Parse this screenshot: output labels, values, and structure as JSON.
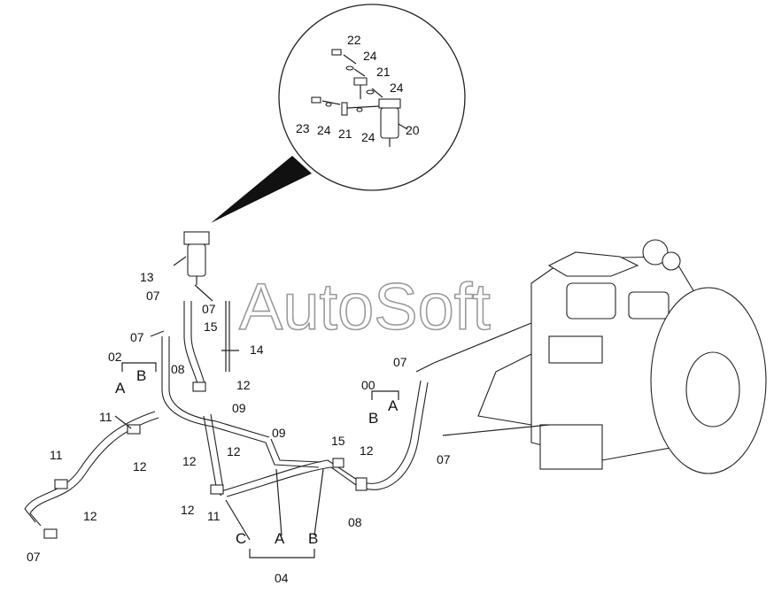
{
  "watermark": "AutoSoft",
  "detail_labels": {
    "p22": "22",
    "p24a": "24",
    "p21a": "21",
    "p24b": "24",
    "p23": "23",
    "p24c": "24",
    "p21b": "21",
    "p24d": "24",
    "p20": "20"
  },
  "labels": {
    "p13": "13",
    "p07_filter_left": "07",
    "p07_filter_right": "07",
    "p15_upper": "15",
    "p07_left_upper": "07",
    "p14": "14",
    "p02": "02",
    "pA_02": "A",
    "pB_02": "B",
    "p08_mid": "08",
    "p12_mid": "12",
    "p09_mid": "09",
    "p11_left": "11",
    "p12_a": "12",
    "p12_b": "12",
    "p11_far": "11",
    "p12_c": "12",
    "p07_bottom": "07",
    "p12_d": "12",
    "p12_e": "12",
    "p11_mid": "11",
    "p09_lower": "09",
    "p15_lower": "15",
    "p12_f": "12",
    "p08_right": "08",
    "p00": "00",
    "pB_00": "B",
    "pA_00": "A",
    "p07_engine_upper": "07",
    "p07_engine_lower": "07",
    "pC_04": "C",
    "pA_04": "A",
    "pB_04": "B",
    "p04": "04"
  }
}
